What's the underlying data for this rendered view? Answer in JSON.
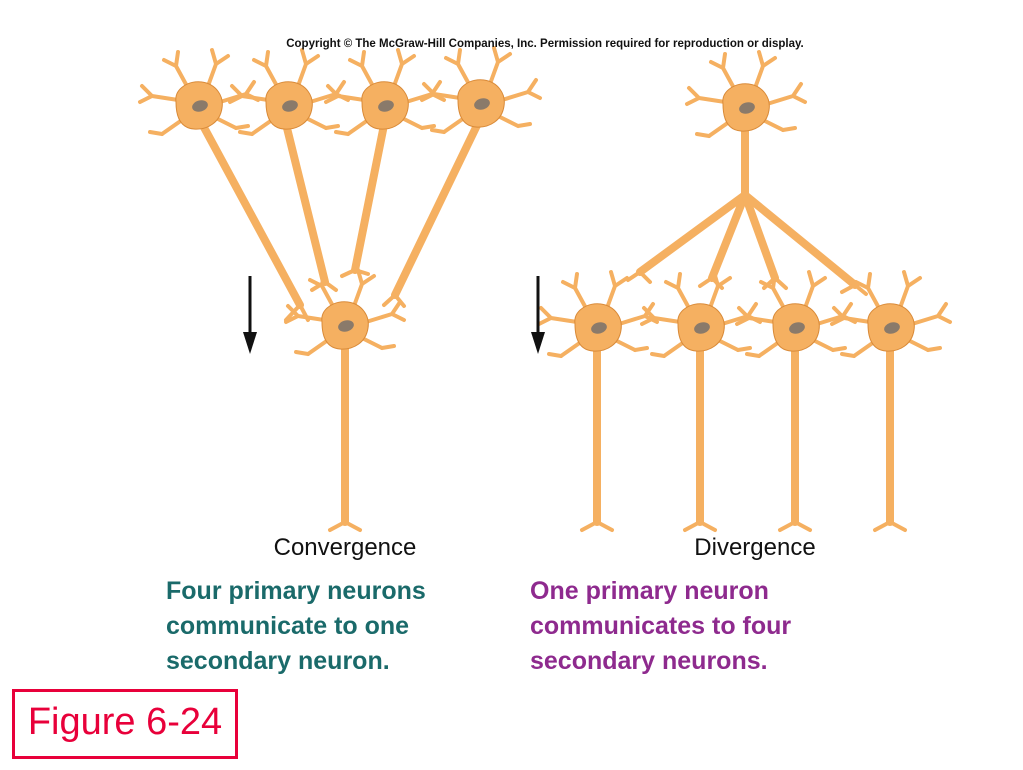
{
  "copyright": "Copyright © The McGraw-Hill Companies, Inc. Permission required for reproduction or display.",
  "convergence": {
    "label": "Convergence",
    "caption": "Four primary neurons\ncommunicate to one\nsecondary neuron.",
    "caption_color": "#1a6a6a"
  },
  "divergence": {
    "label": "Divergence",
    "caption": "One primary neuron\ncommunicates to four\nsecondary neurons.",
    "caption_color": "#8e2a8e"
  },
  "figure_label": "Figure 6-24",
  "colors": {
    "neuron_body": "#f5b061",
    "neuron_outline": "#d98a38",
    "nucleus": "#8a7a6a",
    "figure_border": "#e8003a",
    "arrow": "#111111"
  }
}
